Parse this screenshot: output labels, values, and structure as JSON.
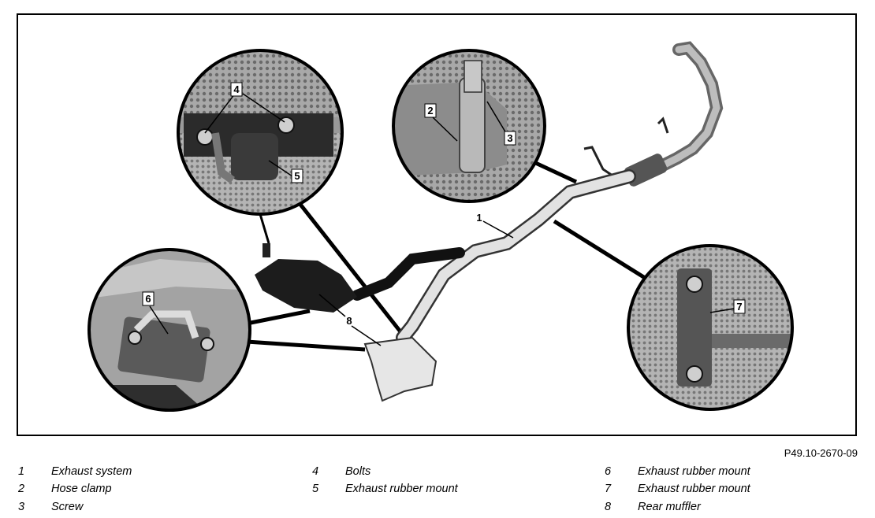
{
  "figure_code": "P49.10-2670-09",
  "callouts": {
    "c1": "1",
    "c2": "2",
    "c3": "3",
    "c4": "4",
    "c5": "5",
    "c6": "6",
    "c7": "7",
    "c8": "8"
  },
  "legend": [
    {
      "num": "1",
      "text": "Exhaust system"
    },
    {
      "num": "2",
      "text": "Hose clamp"
    },
    {
      "num": "3",
      "text": "Screw"
    },
    {
      "num": "4",
      "text": "Bolts"
    },
    {
      "num": "5",
      "text": "Exhaust rubber mount"
    },
    {
      "num": "6",
      "text": "Exhaust rubber mount"
    },
    {
      "num": "7",
      "text": "Exhaust rubber mount"
    },
    {
      "num": "8",
      "text": "Rear muffler"
    }
  ],
  "colors": {
    "frame": "#000000",
    "pipe": "#d8d8d8",
    "pipe_dark": "#1a1a1a",
    "detail_bg": "#8a8a8a"
  }
}
